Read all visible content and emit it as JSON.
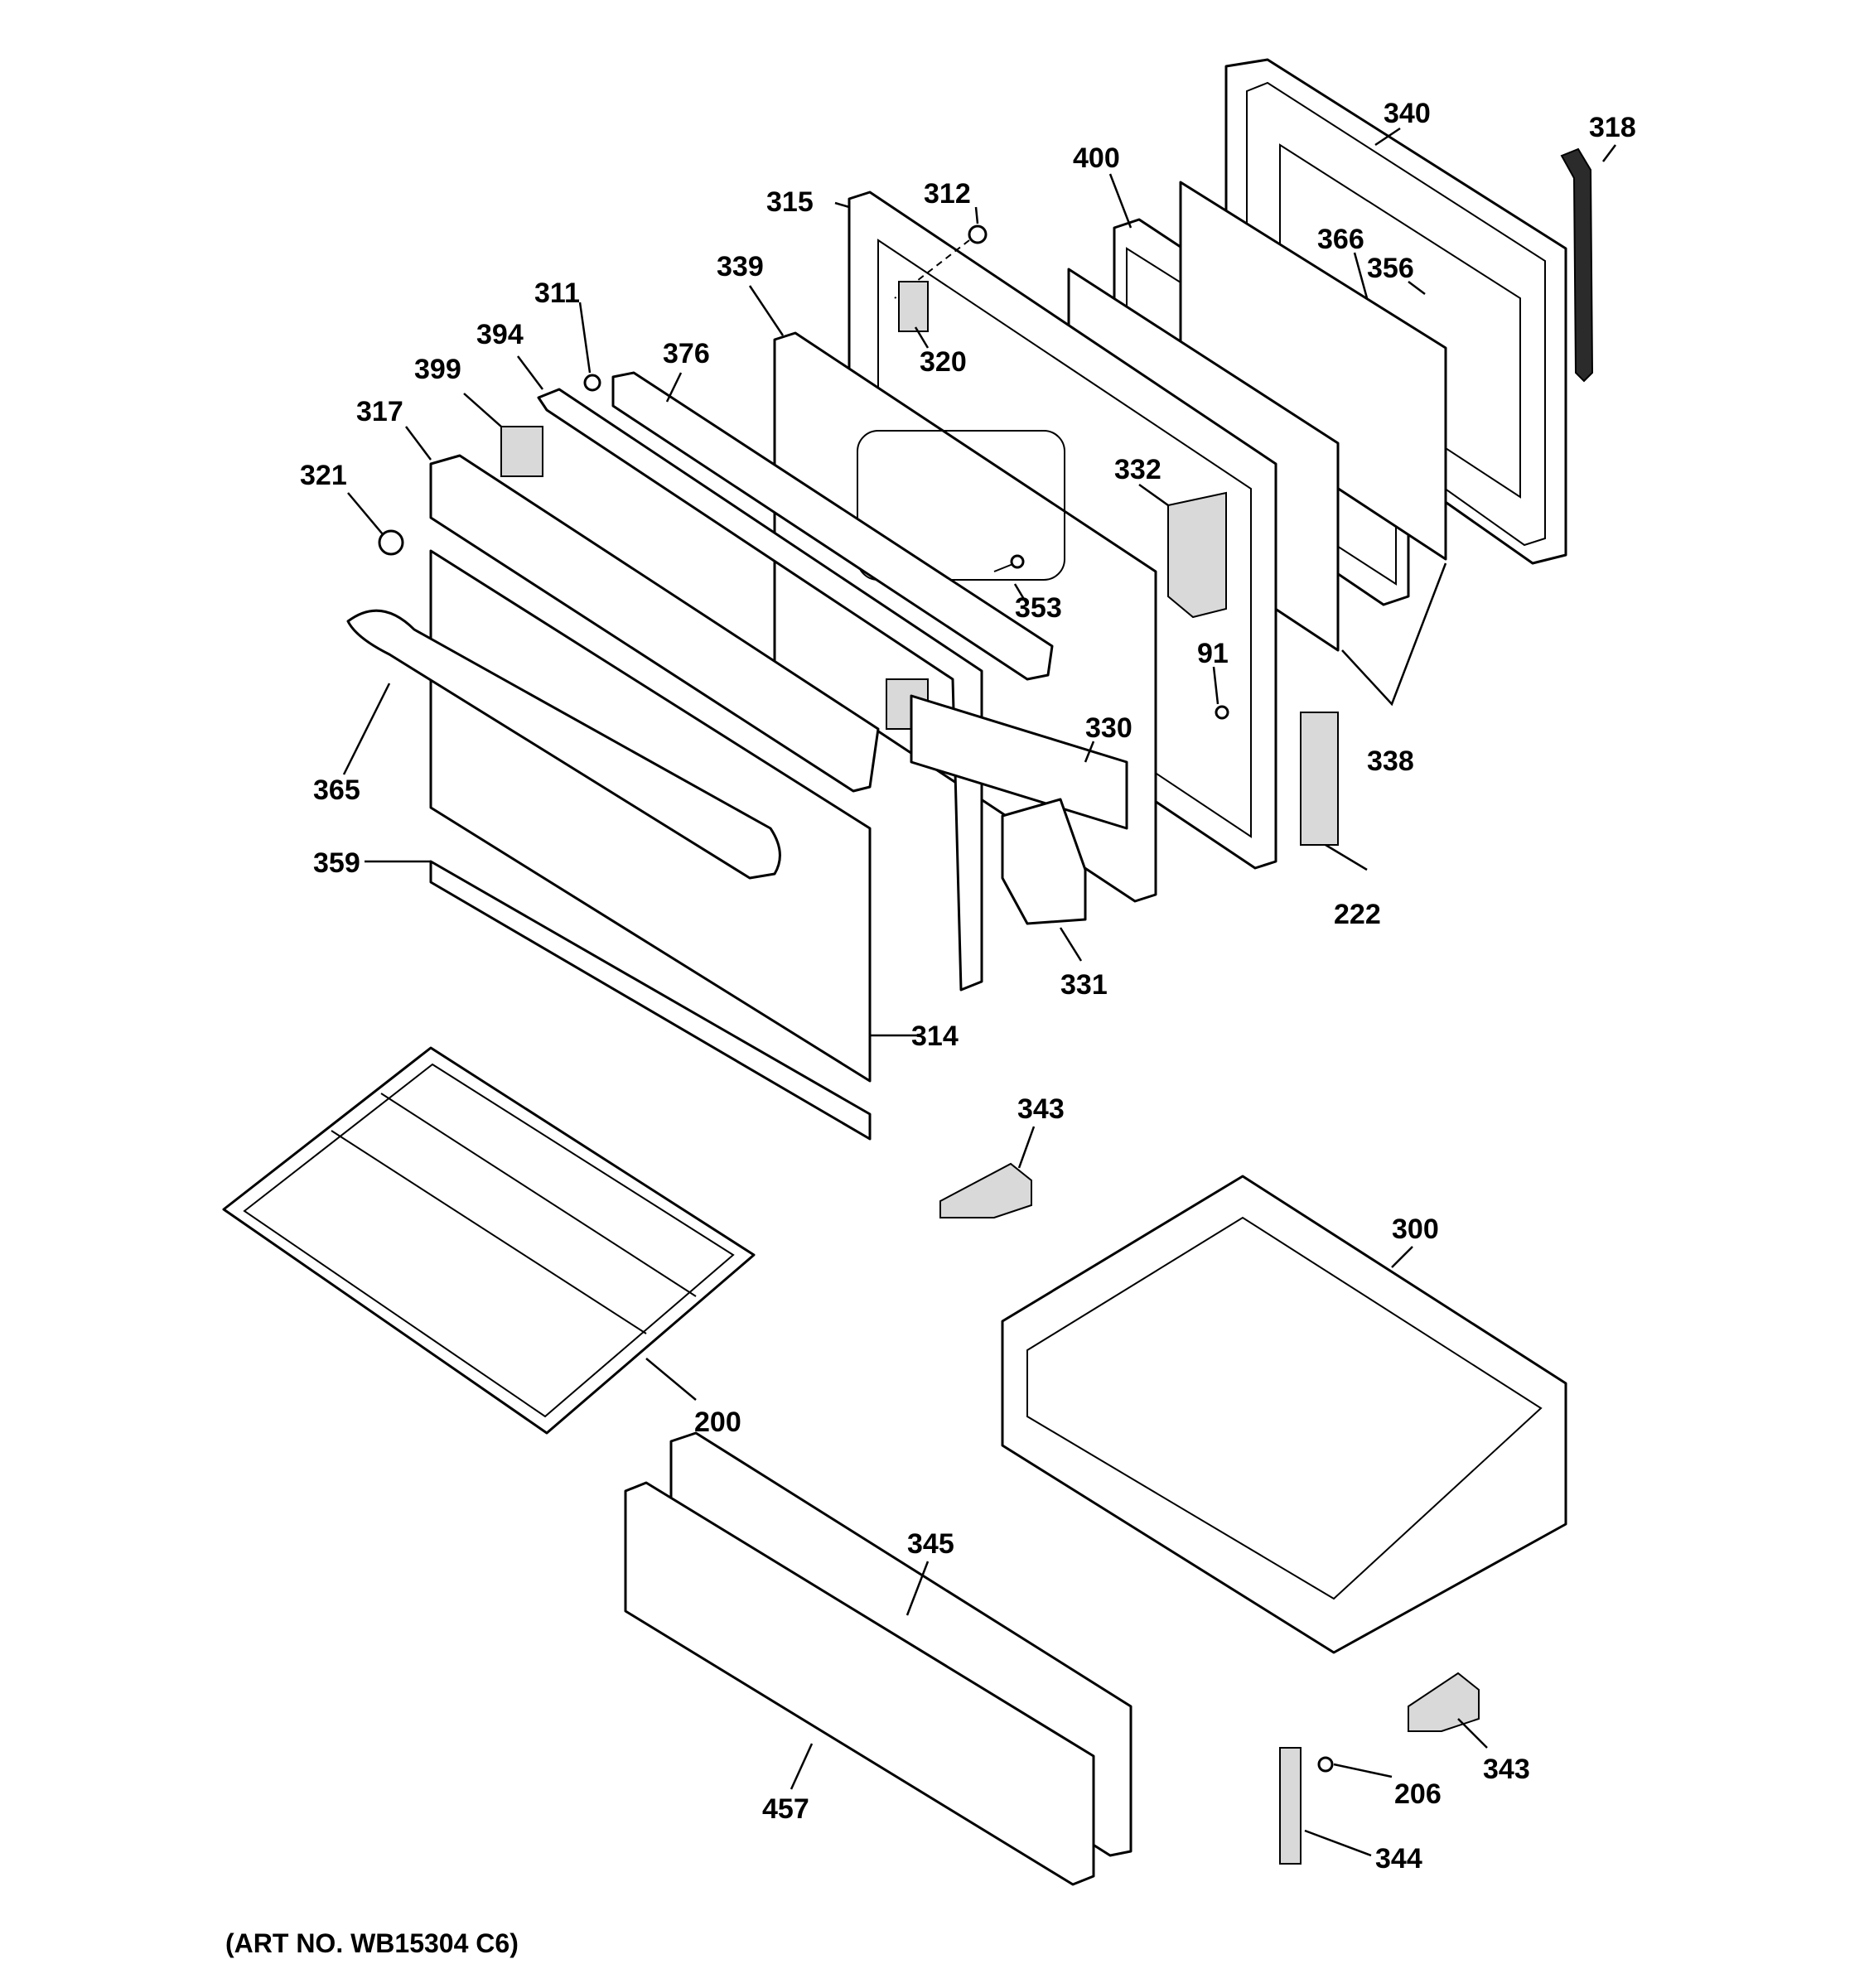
{
  "diagram": {
    "callouts": [
      {
        "id": "c340",
        "label": "340"
      },
      {
        "id": "c318",
        "label": "318"
      },
      {
        "id": "c400",
        "label": "400"
      },
      {
        "id": "c312",
        "label": "312"
      },
      {
        "id": "c315",
        "label": "315"
      },
      {
        "id": "c366",
        "label": "366"
      },
      {
        "id": "c356",
        "label": "356"
      },
      {
        "id": "c339",
        "label": "339"
      },
      {
        "id": "c311",
        "label": "311"
      },
      {
        "id": "c320",
        "label": "320"
      },
      {
        "id": "c394",
        "label": "394"
      },
      {
        "id": "c376",
        "label": "376"
      },
      {
        "id": "c399",
        "label": "399"
      },
      {
        "id": "c317",
        "label": "317"
      },
      {
        "id": "c321",
        "label": "321"
      },
      {
        "id": "c332",
        "label": "332"
      },
      {
        "id": "c353",
        "label": "353"
      },
      {
        "id": "c91",
        "label": "91"
      },
      {
        "id": "c330",
        "label": "330"
      },
      {
        "id": "c338",
        "label": "338"
      },
      {
        "id": "c365",
        "label": "365"
      },
      {
        "id": "c222",
        "label": "222"
      },
      {
        "id": "c359",
        "label": "359"
      },
      {
        "id": "c331",
        "label": "331"
      },
      {
        "id": "c314",
        "label": "314"
      },
      {
        "id": "c343a",
        "label": "343"
      },
      {
        "id": "c300",
        "label": "300"
      },
      {
        "id": "c200",
        "label": "200"
      },
      {
        "id": "c345",
        "label": "345"
      },
      {
        "id": "c343b",
        "label": "343"
      },
      {
        "id": "c206",
        "label": "206"
      },
      {
        "id": "c457",
        "label": "457"
      },
      {
        "id": "c344",
        "label": "344"
      }
    ],
    "art_number": "(ART NO. WB15304 C6)"
  }
}
